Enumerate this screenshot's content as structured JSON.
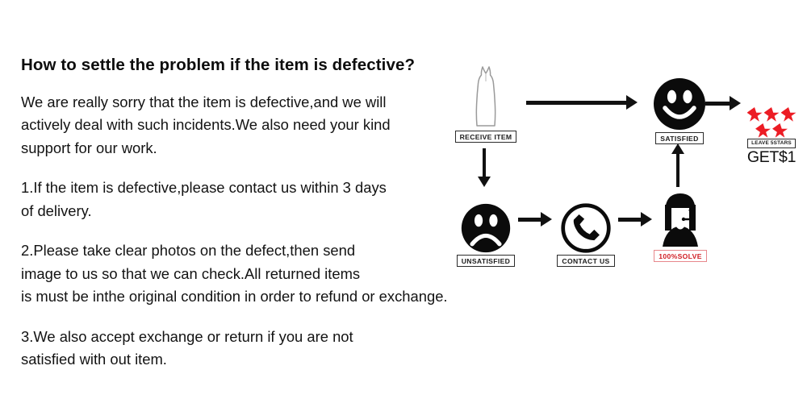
{
  "document": {
    "heading": "How to settle the problem if the item is defective?",
    "paragraphs": [
      "We are really sorry that the item is defective,and we will\nactively deal with such incidents.We also need your kind\nsupport for our work.",
      "1.If the item is defective,please contact us within 3 days\nof delivery.",
      "2.Please take clear photos on the defect,then send\nimage to us so that we can check.All returned items\nis must be inthe original condition in order to refund or exchange.",
      "3.We also accept exchange or return if you are not\nsatisfied with out item."
    ]
  },
  "flow_diagram": {
    "nodes": [
      {
        "id": "receive",
        "label": "RECEIVE ITEM",
        "icon": "dress-icon"
      },
      {
        "id": "satisfied",
        "label": "SATISFIED",
        "icon": "smiley-face-icon"
      },
      {
        "id": "stars",
        "label": "LEAVE 5STARS",
        "icon": "five-stars-icon",
        "caption": "GET$1",
        "star_count": 5
      },
      {
        "id": "unsatisfied",
        "label": "UNSATISFIED",
        "icon": "sad-face-icon"
      },
      {
        "id": "contact",
        "label": "CONTACT US",
        "icon": "phone-icon"
      },
      {
        "id": "agent",
        "label": "100%SOLVE",
        "icon": "support-agent-icon"
      }
    ],
    "colors": {
      "star_red": "#ec1c24",
      "solve_text": "#d01c22",
      "solve_border": "#e8888c",
      "arrow_black": "#111111",
      "label_border": "#2b2b2b"
    }
  }
}
